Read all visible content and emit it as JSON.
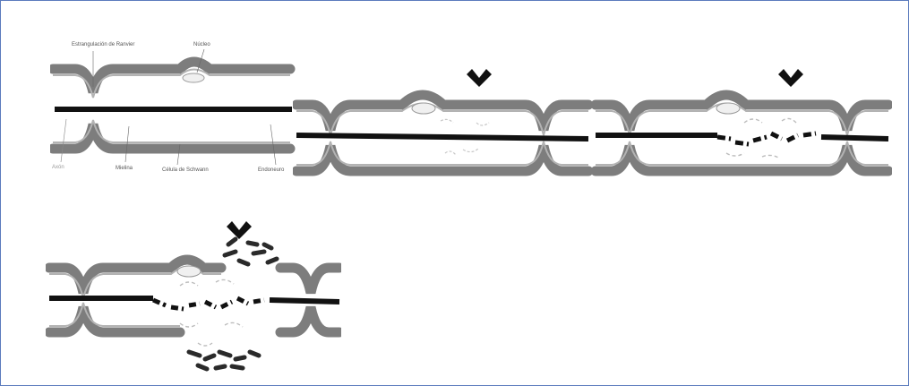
{
  "figure": {
    "border_color": "#5b7bbd",
    "myelin_color": "#7d7d7d",
    "axon_color": "#111111",
    "arrow_icon": "down-arrow-icon"
  },
  "labels": {
    "node": "Estrangulación de Ranvier",
    "nucleus": "Núcleo",
    "axon": "Axón",
    "myelin": "Mielina",
    "schwann": "Célula de Schwann",
    "endoneurium": "Endoneuro"
  }
}
